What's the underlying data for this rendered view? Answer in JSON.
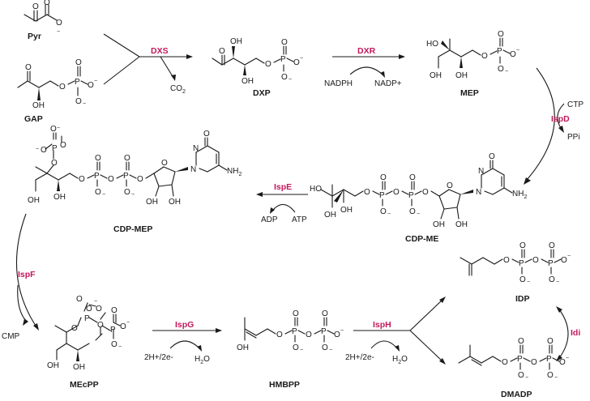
{
  "compounds": {
    "pyr": "Pyr",
    "gap": "GAP",
    "dxp": "DXP",
    "mep": "MEP",
    "cdp_me": "CDP-ME",
    "cdp_mep": "CDP-MEP",
    "mecpp": "MEcPP",
    "hmbpp": "HMBPP",
    "idp": "IDP",
    "dmadp": "DMADP"
  },
  "enzymes": {
    "dxs": "DXS",
    "dxr": "DXR",
    "ispd": "IspD",
    "ispe": "IspE",
    "ispf": "IspF",
    "ispg": "IspG",
    "isph": "IspH",
    "idi": "Idi"
  },
  "cofactors": {
    "co2": "CO",
    "co2_sub": "2",
    "nadph": "NADPH",
    "nadp": "NADP+",
    "ctp": "CTP",
    "ppi": "PPi",
    "adp": "ADP",
    "atp": "ATP",
    "cmp": "CMP",
    "ispg_in": "2H+/2e-",
    "ispg_out": "H",
    "ispg_out_sub": "2",
    "ispg_out_tail": "O",
    "isph_in": "2H+/2e-",
    "isph_out": "H",
    "isph_out_sub": "2",
    "isph_out_tail": "O"
  },
  "atoms": {
    "o": "O",
    "p": "P",
    "n": "N",
    "oh": "OH",
    "ho": "HO",
    "nh2": "NH",
    "nh2_sub": "2",
    "minus": "−"
  }
}
